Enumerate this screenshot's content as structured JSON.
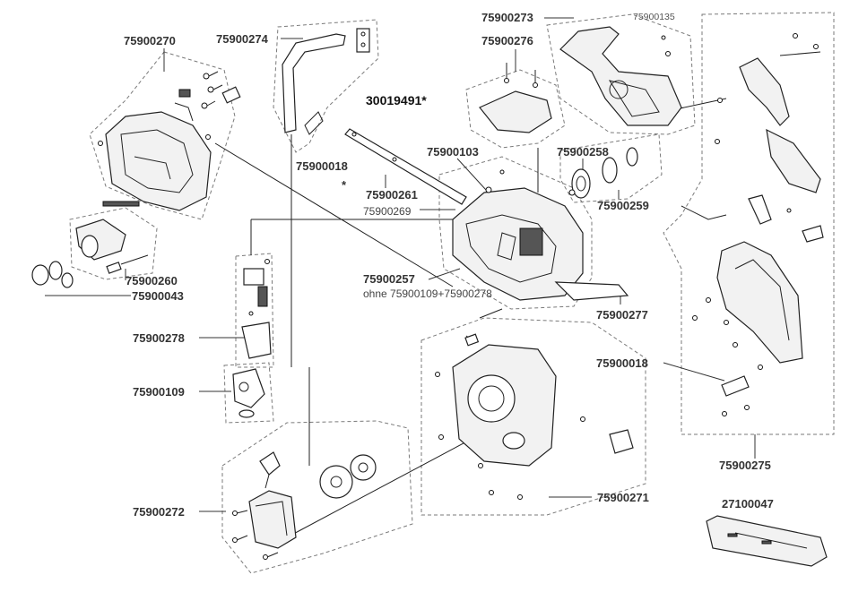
{
  "diagram": {
    "labels": {
      "p75900270": "75900270",
      "p75900274": "75900274",
      "p30019491": "30019491*",
      "p75900273": "75900273",
      "p75900135": "75900135",
      "p75900276": "75900276",
      "p75900018_top": "75900018",
      "p75900103": "75900103",
      "p75900258": "75900258",
      "p75900261": "75900261",
      "p75900269": "75900269",
      "p75900259": "75900259",
      "star": "*",
      "p75900260": "75900260",
      "p75900043": "75900043",
      "p75900257": "75900257",
      "note_257": "ohne 75900109+75900278",
      "p75900277": "75900277",
      "p75900278": "75900278",
      "p75900109": "75900109",
      "p75900018_right": "75900018",
      "p75900275": "75900275",
      "p75900272": "75900272",
      "p75900271": "75900271",
      "p27100047": "27100047"
    }
  }
}
